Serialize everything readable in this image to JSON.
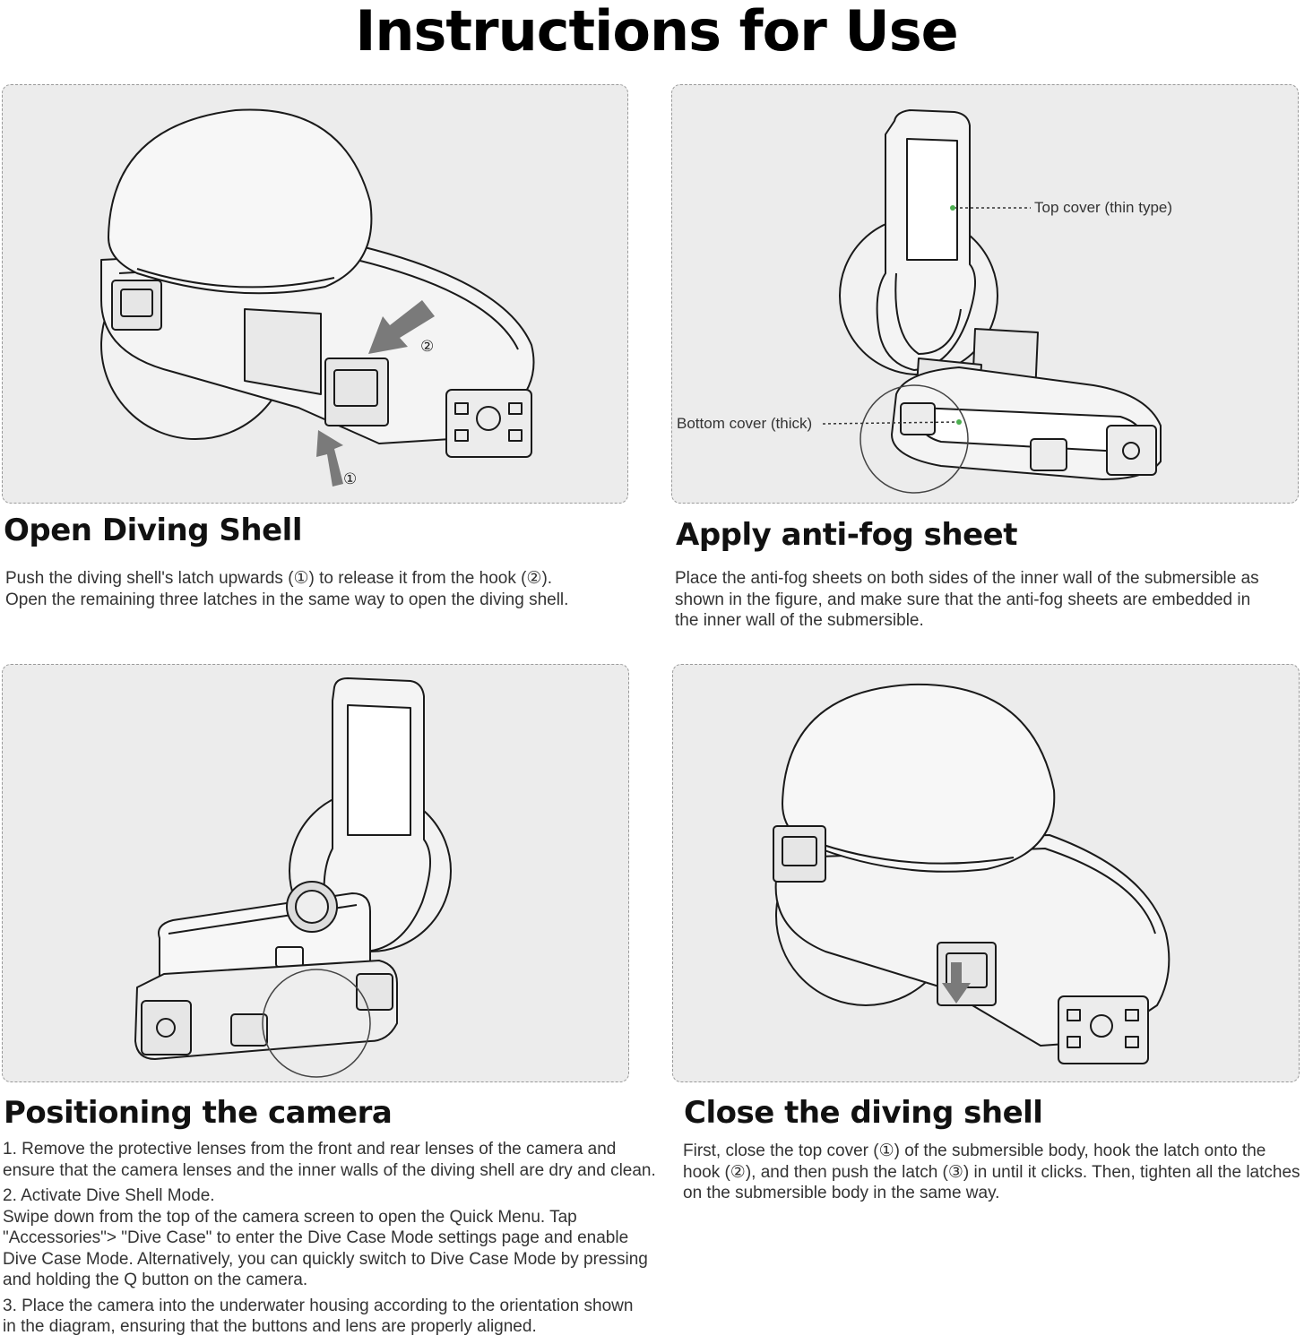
{
  "title": "Instructions for Use",
  "colors": {
    "panel_background": "#ececec",
    "panel_border": "#9a9a9a",
    "arrow": "#7a7a7a",
    "callout_dot": "#4caf50"
  },
  "steps": [
    {
      "heading": "Open Diving Shell",
      "markers": [
        "②",
        "①"
      ],
      "lines": [
        "Push the diving shell's latch upwards (①) to release it from the hook (②).",
        "Open the remaining three latches in the same way to open the diving shell."
      ]
    },
    {
      "heading": "Apply anti-fog sheet",
      "callouts": [
        "Top cover (thin type)",
        "Bottom cover (thick)"
      ],
      "lines": [
        "Place the anti-fog sheets on both sides of the inner wall of the submersible as",
        "shown in the figure, and make sure that the anti-fog sheets are embedded in",
        "the inner wall of the submersible."
      ]
    },
    {
      "heading": "Positioning the camera",
      "lines": [
        "1. Remove the protective lenses from the front and rear lenses of the camera and",
        "ensure that the camera lenses and the inner walls of the diving shell are dry and clean.",
        "2. Activate Dive Shell Mode.",
        "Swipe down from the top of the camera screen to open the Quick Menu. Tap",
        "\"Accessories\"> \"Dive Case\" to enter the Dive Case Mode settings page and enable",
        "Dive Case Mode. Alternatively, you can quickly switch to Dive Case Mode by pressing",
        "and holding the Q button on the camera.",
        "3. Place the camera into the underwater housing according to the orientation shown",
        "in the diagram, ensuring that the buttons and lens are properly aligned."
      ]
    },
    {
      "heading": "Close the diving shell",
      "lines": [
        "First, close the top cover (①) of the submersible body, hook the latch onto the",
        "hook (②), and then push the latch (③) in until it clicks. Then, tighten all the latches",
        "on the submersible body in the same way."
      ]
    }
  ]
}
